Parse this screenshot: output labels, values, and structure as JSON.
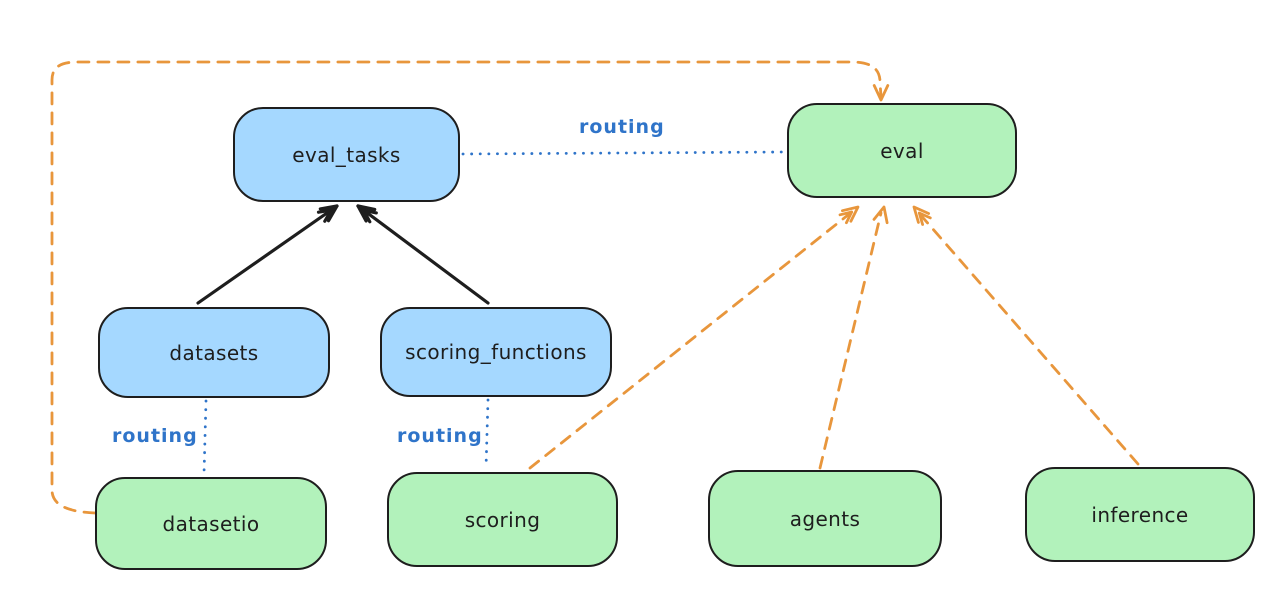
{
  "diagram": {
    "nodes": [
      {
        "id": "eval_tasks",
        "label": "eval_tasks",
        "kind": "blue"
      },
      {
        "id": "datasets",
        "label": "datasets",
        "kind": "blue"
      },
      {
        "id": "scoring_functions",
        "label": "scoring_functions",
        "kind": "blue"
      },
      {
        "id": "eval",
        "label": "eval",
        "kind": "green"
      },
      {
        "id": "datasetio",
        "label": "datasetio",
        "kind": "green"
      },
      {
        "id": "scoring",
        "label": "scoring",
        "kind": "green"
      },
      {
        "id": "agents",
        "label": "agents",
        "kind": "green"
      },
      {
        "id": "inference",
        "label": "inference",
        "kind": "green"
      }
    ],
    "edge_labels": {
      "eval_tasks_eval": "routing",
      "datasets_datasetio": "routing",
      "scoring_functions_scoring": "routing"
    },
    "edges": [
      {
        "from": "datasets",
        "to": "eval_tasks",
        "style": "solid-black-arrow"
      },
      {
        "from": "scoring_functions",
        "to": "eval_tasks",
        "style": "solid-black-arrow"
      },
      {
        "from": "eval_tasks",
        "to": "eval",
        "style": "dotted-blue",
        "label": "routing"
      },
      {
        "from": "datasets",
        "to": "datasetio",
        "style": "dotted-blue",
        "label": "routing"
      },
      {
        "from": "scoring_functions",
        "to": "scoring",
        "style": "dotted-blue",
        "label": "routing"
      },
      {
        "from": "datasetio",
        "to": "eval",
        "style": "dashed-orange-arrow",
        "route": "around-top-left"
      },
      {
        "from": "scoring",
        "to": "eval",
        "style": "dashed-orange-arrow"
      },
      {
        "from": "agents",
        "to": "eval",
        "style": "dashed-orange-arrow"
      },
      {
        "from": "inference",
        "to": "eval",
        "style": "dashed-orange-arrow"
      }
    ],
    "colors": {
      "background": "#ffffff",
      "node_border": "#1e1e1e",
      "blue_fill": "#a5d8ff",
      "green_fill": "#b2f2bb",
      "orange_line": "#e8963c",
      "blue_line": "#2f74c9",
      "black_line": "#1e1e1e"
    }
  }
}
